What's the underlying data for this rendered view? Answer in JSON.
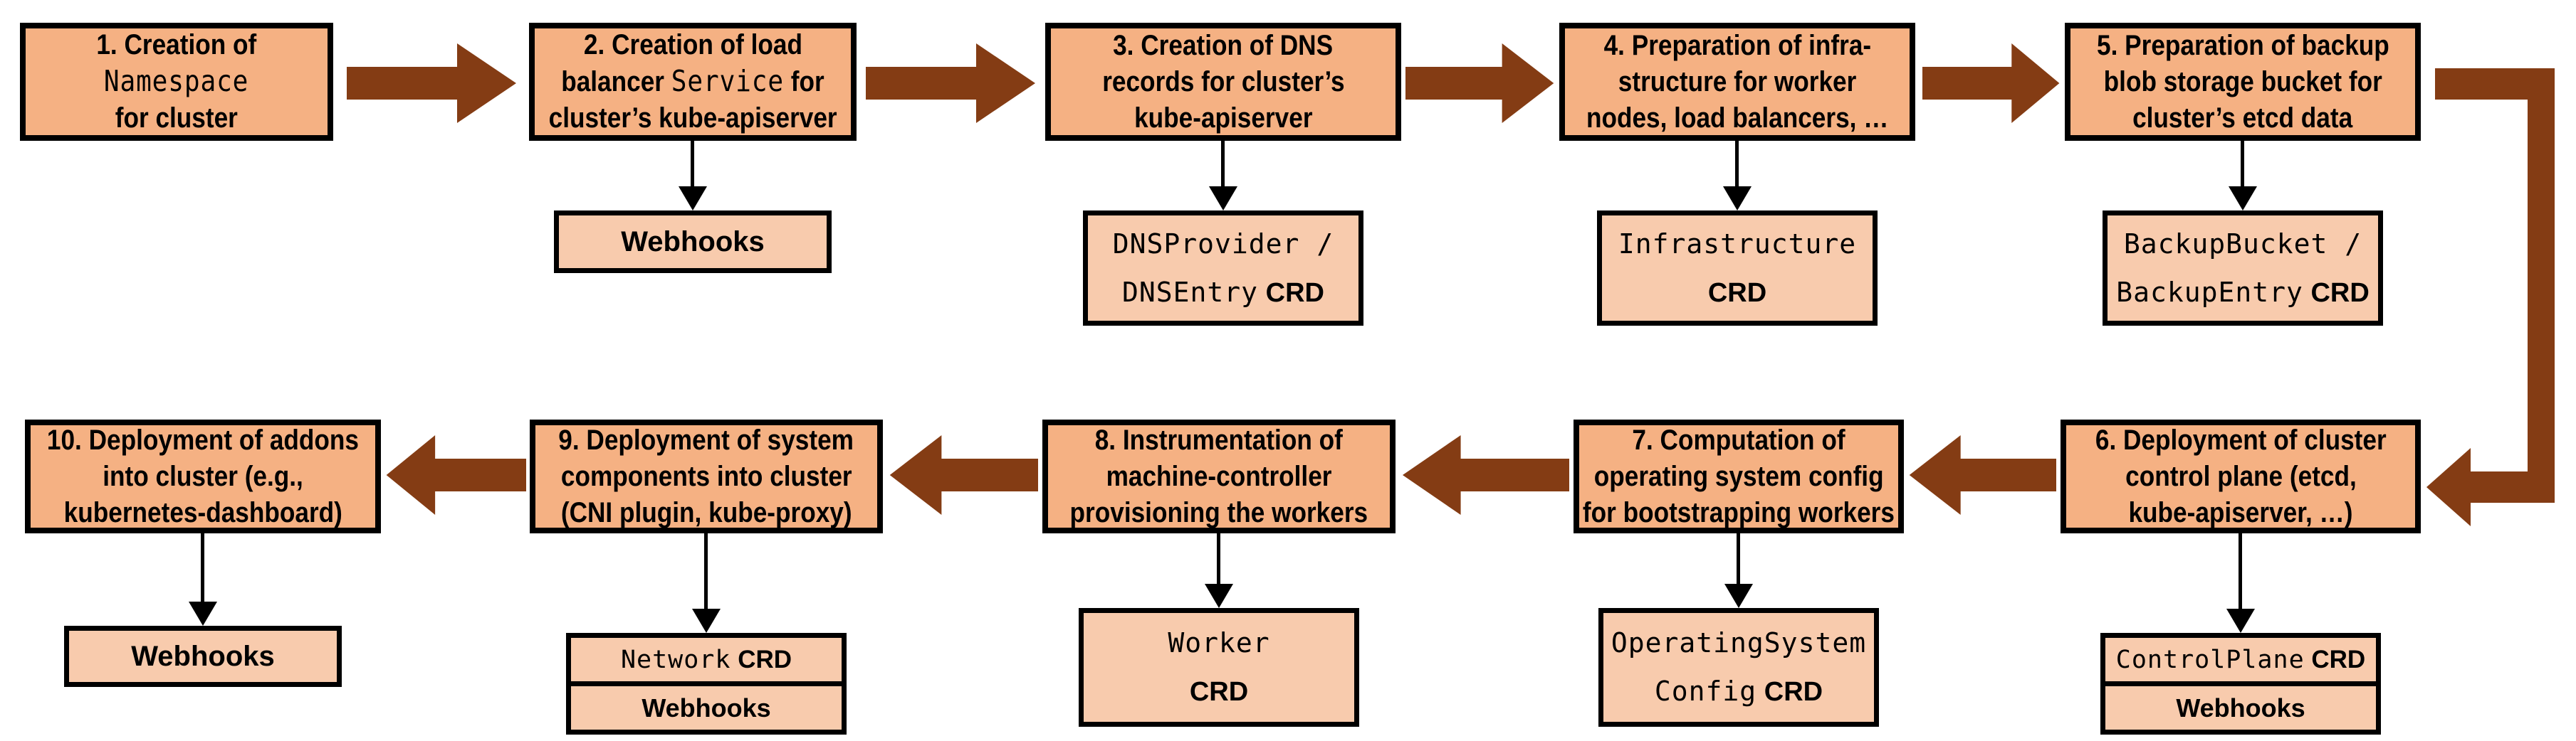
{
  "colors": {
    "main_box_fill": "#F5B183",
    "sub_box_fill": "#F8CBAD",
    "arrow_brown": "#843C14",
    "border": "#000000",
    "background": "#FFFFFF"
  },
  "steps": [
    {
      "box": [
        [
          {
            "t": "1. Creation of"
          }
        ],
        [
          {
            "t": "Namespace",
            "style": "mono"
          }
        ],
        [
          {
            "t": "for cluster"
          }
        ]
      ]
    },
    {
      "box": [
        [
          {
            "t": "2. Creation of load"
          }
        ],
        [
          {
            "t": "balancer "
          },
          {
            "t": "Service",
            "style": "mono"
          },
          {
            "t": " for"
          }
        ],
        [
          {
            "t": "cluster’s kube-apiserver"
          }
        ]
      ],
      "sub": [
        [
          {
            "t": "Webhooks",
            "style": "bold"
          }
        ]
      ]
    },
    {
      "box": [
        [
          {
            "t": "3. Creation of DNS"
          }
        ],
        [
          {
            "t": "records for cluster’s"
          }
        ],
        [
          {
            "t": "kube-apiserver"
          }
        ]
      ],
      "sub": [
        [
          {
            "t": "DNSProvider /",
            "style": "mono"
          }
        ],
        [
          {
            "t": "DNSEntry",
            "style": "mono"
          },
          {
            "t": " CRD",
            "style": "bold"
          }
        ]
      ]
    },
    {
      "box": [
        [
          {
            "t": "4. Preparation of infra-"
          }
        ],
        [
          {
            "t": "structure for worker"
          }
        ],
        [
          {
            "t": "nodes, load balancers, …"
          }
        ]
      ],
      "sub": [
        [
          {
            "t": "Infrastructure",
            "style": "mono"
          }
        ],
        [
          {
            "t": "CRD",
            "style": "bold"
          }
        ]
      ]
    },
    {
      "box": [
        [
          {
            "t": "5. Preparation of backup"
          }
        ],
        [
          {
            "t": "blob storage bucket for"
          }
        ],
        [
          {
            "t": "cluster’s etcd data"
          }
        ]
      ],
      "sub": [
        [
          {
            "t": "BackupBucket /",
            "style": "mono"
          }
        ],
        [
          {
            "t": "BackupEntry",
            "style": "mono"
          },
          {
            "t": " CRD",
            "style": "bold"
          }
        ]
      ]
    },
    {
      "box": [
        [
          {
            "t": "6. Deployment of cluster"
          }
        ],
        [
          {
            "t": "control plane (etcd,"
          }
        ],
        [
          {
            "t": "kube-apiserver, …)"
          }
        ]
      ],
      "sub": [
        [
          {
            "t": "ControlPlane",
            "style": "mono"
          },
          {
            "t": " CRD",
            "style": "bold"
          }
        ]
      ],
      "sub2": [
        [
          {
            "t": "Webhooks",
            "style": "bold"
          }
        ]
      ]
    },
    {
      "box": [
        [
          {
            "t": "7. Computation of"
          }
        ],
        [
          {
            "t": "operating system config"
          }
        ],
        [
          {
            "t": "for bootstrapping workers"
          }
        ]
      ],
      "sub": [
        [
          {
            "t": "OperatingSystem",
            "style": "mono"
          }
        ],
        [
          {
            "t": "Config",
            "style": "mono"
          },
          {
            "t": " CRD",
            "style": "bold"
          }
        ]
      ]
    },
    {
      "box": [
        [
          {
            "t": "8. Instrumentation of"
          }
        ],
        [
          {
            "t": "machine-controller"
          }
        ],
        [
          {
            "t": "provisioning the workers"
          }
        ]
      ],
      "sub": [
        [
          {
            "t": "Worker",
            "style": "mono"
          }
        ],
        [
          {
            "t": "CRD",
            "style": "bold"
          }
        ]
      ]
    },
    {
      "box": [
        [
          {
            "t": "9. Deployment of system"
          }
        ],
        [
          {
            "t": "components into cluster"
          }
        ],
        [
          {
            "t": "(CNI plugin, kube-proxy)"
          }
        ]
      ],
      "sub": [
        [
          {
            "t": "Network",
            "style": "mono"
          },
          {
            "t": " CRD",
            "style": "bold"
          }
        ]
      ],
      "sub2": [
        [
          {
            "t": "Webhooks",
            "style": "bold"
          }
        ]
      ]
    },
    {
      "box": [
        [
          {
            "t": "10. Deployment of addons"
          }
        ],
        [
          {
            "t": "into cluster (e.g.,"
          }
        ],
        [
          {
            "t": "kubernetes-dashboard)"
          }
        ]
      ],
      "sub": [
        [
          {
            "t": "Webhooks",
            "style": "bold"
          }
        ]
      ]
    }
  ]
}
